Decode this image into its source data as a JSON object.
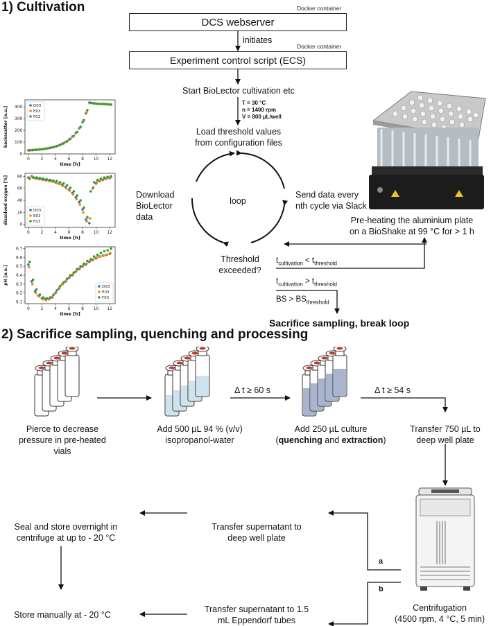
{
  "sections": {
    "cultivation_title": "1) Cultivation",
    "sampling_title": "2) Sacrifice sampling, quenching and processing"
  },
  "top_flow": {
    "docker_label_1": "Docker container",
    "dcs_box": "DCS webserver",
    "initiates": "initiates",
    "docker_label_2": "Docker container",
    "ecs_box": "Experiment control script (ECS)",
    "start": "Start BioLector cultivation etc",
    "params": [
      "T = 30 °C",
      "n = 1400 rpm",
      "V = 800 µL/well"
    ],
    "load": "Load threshold values",
    "load2": "from configuration files",
    "download": "Download",
    "download2": "BioLector data",
    "loop": "loop",
    "send": "Send data every",
    "send2": "nth cycle via Slack",
    "threshold": "Threshold",
    "threshold2": "exceeded?",
    "t_cult": "t",
    "t_cult_sub": "cultivation",
    "t_lt": " < t",
    "t_thr_sub": "threshold",
    "t_gt": " > t",
    "bs": "BS > BS",
    "bs_sub": "threshold",
    "sacrifice": "Sacrifice sampling, break loop",
    "preheat": "Pre-heating the aluminium plate",
    "preheat2": "on a BioShake at 99 °C for > 1 h"
  },
  "chart_data": [
    {
      "type": "scatter",
      "title": "",
      "xlabel": "time [h]",
      "ylabel": "backscatter [a.u.]",
      "xlim": [
        -0.5,
        12.8
      ],
      "ylim": [
        0,
        460
      ],
      "xticks": [
        0,
        2,
        4,
        6,
        8,
        10,
        12
      ],
      "yticks": [
        0,
        100,
        200,
        300,
        400
      ],
      "legend": "top-left",
      "series": [
        {
          "name": "D03",
          "color": "#1f77b4",
          "points": [
            [
              0,
              30
            ],
            [
              0.5,
              32
            ],
            [
              1,
              34
            ],
            [
              1.5,
              37
            ],
            [
              2,
              40
            ],
            [
              2.5,
              44
            ],
            [
              3,
              49
            ],
            [
              3.5,
              55
            ],
            [
              4,
              63
            ],
            [
              4.5,
              73
            ],
            [
              5,
              86
            ],
            [
              5.5,
              102
            ],
            [
              6,
              122
            ],
            [
              6.5,
              147
            ],
            [
              7,
              178
            ],
            [
              7.5,
              218
            ],
            [
              8,
              270
            ],
            [
              8.5,
              345
            ],
            [
              9,
              437
            ],
            [
              9.5,
              432
            ],
            [
              10,
              428
            ],
            [
              10.5,
              426
            ],
            [
              11,
              425
            ],
            [
              11.5,
              423
            ],
            [
              12,
              420
            ]
          ]
        },
        {
          "name": "E03",
          "color": "#ff7f0e",
          "points": [
            [
              0.1,
              30
            ],
            [
              0.6,
              32
            ],
            [
              1.1,
              35
            ],
            [
              1.6,
              38
            ],
            [
              2.1,
              41
            ],
            [
              2.6,
              45
            ],
            [
              3.1,
              50
            ],
            [
              3.6,
              56
            ],
            [
              4.1,
              64
            ],
            [
              4.6,
              75
            ],
            [
              5.1,
              88
            ],
            [
              5.6,
              104
            ],
            [
              6.1,
              124
            ],
            [
              6.6,
              150
            ],
            [
              7.1,
              182
            ],
            [
              7.6,
              223
            ],
            [
              8.1,
              278
            ],
            [
              8.6,
              355
            ],
            [
              9.1,
              432
            ],
            [
              9.6,
              429
            ],
            [
              10.1,
              427
            ],
            [
              10.6,
              424
            ],
            [
              11.1,
              423
            ],
            [
              11.6,
              421
            ],
            [
              12.1,
              418
            ]
          ]
        },
        {
          "name": "F03",
          "color": "#2ca02c",
          "points": [
            [
              0.2,
              31
            ],
            [
              0.7,
              33
            ],
            [
              1.2,
              35
            ],
            [
              1.7,
              38
            ],
            [
              2.2,
              42
            ],
            [
              2.7,
              46
            ],
            [
              3.2,
              51
            ],
            [
              3.7,
              58
            ],
            [
              4.2,
              66
            ],
            [
              4.7,
              77
            ],
            [
              5.2,
              90
            ],
            [
              5.7,
              107
            ],
            [
              6.2,
              128
            ],
            [
              6.7,
              154
            ],
            [
              7.2,
              187
            ],
            [
              7.7,
              230
            ],
            [
              8.2,
              288
            ],
            [
              8.7,
              372
            ],
            [
              9.2,
              435
            ],
            [
              9.7,
              430
            ],
            [
              10.2,
              426
            ],
            [
              10.7,
              425
            ],
            [
              11.2,
              424
            ],
            [
              11.7,
              422
            ],
            [
              12.2,
              420
            ]
          ]
        }
      ]
    },
    {
      "type": "scatter",
      "title": "",
      "xlabel": "time [h]",
      "ylabel": "dissolved oxygen [%]",
      "xlim": [
        -0.5,
        12.8
      ],
      "ylim": [
        -5,
        85
      ],
      "xticks": [
        0,
        2,
        4,
        6,
        8,
        10,
        12
      ],
      "yticks": [
        0,
        20,
        40,
        60,
        80
      ],
      "legend": "bottom-left",
      "series": [
        {
          "name": "D03",
          "color": "#1f77b4",
          "points": [
            [
              0,
              78
            ],
            [
              0.5,
              80
            ],
            [
              1,
              77
            ],
            [
              1.5,
              76
            ],
            [
              2,
              75
            ],
            [
              2.5,
              74
            ],
            [
              3,
              73
            ],
            [
              3.5,
              72
            ],
            [
              4,
              70
            ],
            [
              4.5,
              68
            ],
            [
              5,
              66
            ],
            [
              5.5,
              62
            ],
            [
              6,
              58
            ],
            [
              6.5,
              52
            ],
            [
              7,
              45
            ],
            [
              7.5,
              37
            ],
            [
              8,
              25
            ],
            [
              8.5,
              8
            ],
            [
              9,
              2
            ],
            [
              9.5,
              60
            ],
            [
              10,
              68
            ],
            [
              10.5,
              72
            ],
            [
              11,
              74
            ],
            [
              11.5,
              76
            ],
            [
              12,
              77
            ]
          ]
        },
        {
          "name": "E03",
          "color": "#ff7f0e",
          "points": [
            [
              0.1,
              77
            ],
            [
              0.6,
              79
            ],
            [
              1.1,
              76
            ],
            [
              1.6,
              75
            ],
            [
              2.1,
              74
            ],
            [
              2.6,
              73
            ],
            [
              3.1,
              72
            ],
            [
              3.6,
              71
            ],
            [
              4.1,
              69
            ],
            [
              4.6,
              67
            ],
            [
              5.1,
              64
            ],
            [
              5.6,
              60
            ],
            [
              6.1,
              56
            ],
            [
              6.6,
              50
            ],
            [
              7.1,
              42
            ],
            [
              7.6,
              33
            ],
            [
              8.1,
              20
            ],
            [
              8.6,
              5
            ],
            [
              9.1,
              10
            ],
            [
              9.6,
              62
            ],
            [
              10.1,
              70
            ],
            [
              10.6,
              73
            ],
            [
              11.1,
              75
            ],
            [
              11.6,
              77
            ],
            [
              12.1,
              78
            ]
          ]
        },
        {
          "name": "F03",
          "color": "#2ca02c",
          "points": [
            [
              0.2,
              76
            ],
            [
              0.7,
              78
            ],
            [
              1.2,
              78
            ],
            [
              1.7,
              77
            ],
            [
              2.2,
              76
            ],
            [
              2.7,
              75
            ],
            [
              3.2,
              74
            ],
            [
              3.7,
              73
            ],
            [
              4.2,
              72
            ],
            [
              4.7,
              70
            ],
            [
              5.2,
              68
            ],
            [
              5.7,
              65
            ],
            [
              6.2,
              61
            ],
            [
              6.7,
              55
            ],
            [
              7.2,
              48
            ],
            [
              7.7,
              40
            ],
            [
              8.2,
              28
            ],
            [
              8.7,
              12
            ],
            [
              9.2,
              55
            ],
            [
              9.7,
              70
            ],
            [
              10.2,
              74
            ],
            [
              10.7,
              76
            ],
            [
              11.2,
              78
            ],
            [
              11.7,
              79
            ],
            [
              12.2,
              80
            ]
          ]
        }
      ]
    },
    {
      "type": "scatter",
      "title": "",
      "xlabel": "time [h]",
      "ylabel": "pH [a.u.]",
      "xlim": [
        -0.5,
        12.8
      ],
      "ylim": [
        6.08,
        6.72
      ],
      "xticks": [
        0,
        2,
        4,
        6,
        8,
        10,
        12
      ],
      "yticks": [
        6.1,
        6.2,
        6.3,
        6.4,
        6.5,
        6.6,
        6.7
      ],
      "legend": "bottom-right",
      "series": [
        {
          "name": "D03",
          "color": "#1f77b4",
          "points": [
            [
              0,
              6.52
            ],
            [
              0.5,
              6.33
            ],
            [
              1,
              6.22
            ],
            [
              1.5,
              6.17
            ],
            [
              2,
              6.14
            ],
            [
              2.5,
              6.13
            ],
            [
              3,
              6.13
            ],
            [
              3.5,
              6.15
            ],
            [
              4,
              6.2
            ],
            [
              4.5,
              6.25
            ],
            [
              5,
              6.3
            ],
            [
              5.5,
              6.33
            ],
            [
              6,
              6.37
            ],
            [
              6.5,
              6.4
            ],
            [
              7,
              6.44
            ],
            [
              7.5,
              6.47
            ],
            [
              8,
              6.5
            ],
            [
              8.5,
              6.52
            ],
            [
              9,
              6.55
            ],
            [
              9.5,
              6.57
            ],
            [
              10,
              6.59
            ],
            [
              10.5,
              6.61
            ],
            [
              11,
              6.62
            ],
            [
              11.5,
              6.63
            ],
            [
              12,
              6.64
            ]
          ]
        },
        {
          "name": "E03",
          "color": "#ff7f0e",
          "points": [
            [
              0.1,
              6.49
            ],
            [
              0.6,
              6.3
            ],
            [
              1.1,
              6.2
            ],
            [
              1.6,
              6.16
            ],
            [
              2.1,
              6.13
            ],
            [
              2.6,
              6.12
            ],
            [
              3.1,
              6.13
            ],
            [
              3.6,
              6.16
            ],
            [
              4.1,
              6.21
            ],
            [
              4.6,
              6.26
            ],
            [
              5.1,
              6.3
            ],
            [
              5.6,
              6.34
            ],
            [
              6.1,
              6.38
            ],
            [
              6.6,
              6.41
            ],
            [
              7.1,
              6.45
            ],
            [
              7.6,
              6.48
            ],
            [
              8.1,
              6.51
            ],
            [
              8.6,
              6.53
            ],
            [
              9.1,
              6.56
            ],
            [
              9.6,
              6.58
            ],
            [
              10.1,
              6.6
            ],
            [
              10.6,
              6.61
            ],
            [
              11.1,
              6.62
            ],
            [
              11.6,
              6.63
            ],
            [
              12.1,
              6.65
            ]
          ]
        },
        {
          "name": "F03",
          "color": "#2ca02c",
          "points": [
            [
              0.2,
              6.55
            ],
            [
              0.7,
              6.35
            ],
            [
              1.2,
              6.24
            ],
            [
              1.7,
              6.18
            ],
            [
              2.2,
              6.15
            ],
            [
              2.7,
              6.14
            ],
            [
              3.2,
              6.15
            ],
            [
              3.7,
              6.18
            ],
            [
              4.2,
              6.23
            ],
            [
              4.7,
              6.28
            ],
            [
              5.2,
              6.32
            ],
            [
              5.7,
              6.36
            ],
            [
              6.2,
              6.4
            ],
            [
              6.7,
              6.43
            ],
            [
              7.2,
              6.47
            ],
            [
              7.7,
              6.5
            ],
            [
              8.2,
              6.53
            ],
            [
              8.7,
              6.56
            ],
            [
              9.2,
              6.58
            ],
            [
              9.7,
              6.61
            ],
            [
              10.2,
              6.63
            ],
            [
              10.7,
              6.65
            ],
            [
              11.2,
              6.67
            ],
            [
              11.7,
              6.68
            ],
            [
              12.2,
              6.7
            ]
          ]
        }
      ]
    }
  ],
  "process": {
    "pierce": [
      "Pierce to decrease",
      "pressure in pre-heated",
      "vials"
    ],
    "add500": [
      "Add 500 µL 94 % (v/v)",
      "isopropanol-water"
    ],
    "dt60": "Δ t ≥ 60 s",
    "add250_line1": "Add 250 µL culture",
    "add250_open": "(",
    "quenching": "quenching",
    "and": " and ",
    "extraction": "extraction",
    "add250_close": ")",
    "dt54": "Δ t ≥ 54 s",
    "transfer750": [
      "Transfer 750 µL to",
      "deep well plate"
    ],
    "seal": [
      "Seal and store overnight in",
      "centrifuge at up to - 20 °C"
    ],
    "supernatant_plate": [
      "Transfer supernatant to",
      "deep well plate"
    ],
    "label_a": "a",
    "label_b": "b",
    "store": "Store manually at - 20 °C",
    "supernatant_tubes": [
      "Transfer supernatant to 1.5",
      "mL Eppendorf tubes"
    ],
    "centrifugation": [
      "Centrifugation",
      "(4500 rpm, 4 °C, 5 min)"
    ]
  }
}
